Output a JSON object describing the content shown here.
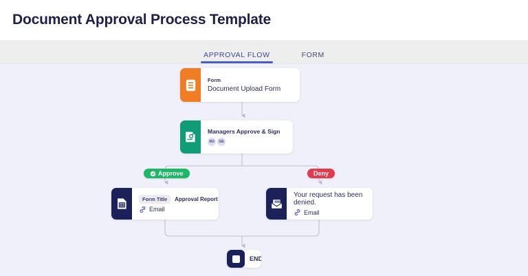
{
  "header": {
    "title": "Document Approval Process Template"
  },
  "tabs": [
    {
      "label": "APPROVAL FLOW",
      "active": true
    },
    {
      "label": "FORM",
      "active": false
    }
  ],
  "colors": {
    "title_navy": "#1e1f4b",
    "tabbar_bg": "#eeeeee",
    "tab_active_underline": "#4a5fc1",
    "canvas_bg": "#f0f0fa",
    "node_form_orange": "#f07c23",
    "node_sign_green": "#109c76",
    "node_navy": "#1c2259",
    "pill_approve_green": "#1db865",
    "pill_deny_red": "#e23b4e",
    "connector_gray": "#c9c9d6"
  },
  "flow": {
    "nodes": [
      {
        "id": "form",
        "icon": "document-form-icon",
        "kicker": "Form",
        "title": "Document Upload Form"
      },
      {
        "id": "sign",
        "icon": "document-sign-icon",
        "title": "Managers Approve & Sign",
        "avatars": [
          "MJ",
          "GE"
        ]
      },
      {
        "id": "report",
        "icon": "document-table-icon",
        "field_label": "Form Title",
        "field_value": "Approval Report",
        "channel_icon": "link-icon",
        "channel": "Email"
      },
      {
        "id": "denied",
        "icon": "envelope-icon",
        "title": "Your request has been denied.",
        "channel_icon": "link-icon",
        "channel": "Email"
      }
    ],
    "branches": [
      {
        "id": "approve",
        "label": "Approve",
        "icon": "approve-badge-icon"
      },
      {
        "id": "deny",
        "label": "Deny",
        "icon": null
      }
    ],
    "end_node": {
      "label": "END",
      "icon": "stop-square-icon"
    }
  }
}
